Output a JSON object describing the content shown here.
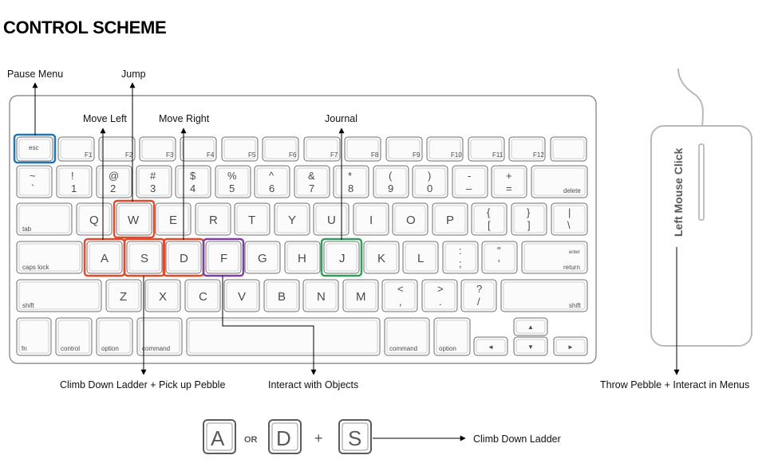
{
  "title": "CONTROL SCHEME",
  "labels": {
    "pause": "Pause Menu",
    "jump": "Jump",
    "move_left": "Move Left",
    "move_right": "Move Right",
    "journal": "Journal",
    "climb_pick": "Climb Down Ladder + Pick up Pebble",
    "interact": "Interact with Objects",
    "throw": "Throw Pebble + Interact in Menus",
    "mouse": "Left Mouse Click",
    "combo_result": "Climb Down Ladder"
  },
  "combo": {
    "key1": "A",
    "or": "OR",
    "key2": "D",
    "plus": "+",
    "key3": "S"
  },
  "keys": {
    "esc": "esc",
    "f": [
      "F1",
      "F2",
      "F3",
      "F4",
      "F5",
      "F6",
      "F7",
      "F8",
      "F9",
      "F10",
      "F11",
      "F12"
    ],
    "num_top": [
      "~",
      "!",
      "@",
      "#",
      "$",
      "%",
      "^",
      "&",
      "*",
      "(",
      ")",
      "-",
      "+"
    ],
    "num_bot": [
      "`",
      "1",
      "2",
      "3",
      "4",
      "5",
      "6",
      "7",
      "8",
      "9",
      "0",
      "–",
      "="
    ],
    "delete": "delete",
    "tab": "tab",
    "q_row": [
      "Q",
      "W",
      "E",
      "R",
      "T",
      "Y",
      "U",
      "I",
      "O",
      "P"
    ],
    "brk_top": [
      "{",
      "}",
      "|"
    ],
    "brk_bot": [
      "[",
      "]",
      "\\"
    ],
    "caps": "caps lock",
    "a_row": [
      "A",
      "S",
      "D",
      "F",
      "G",
      "H",
      "J",
      "K",
      "L"
    ],
    "semi_top": [
      ":",
      "\""
    ],
    "semi_bot": [
      ";",
      "'"
    ],
    "enter": "enter",
    "return": "return",
    "shift": "shift",
    "z_row": [
      "Z",
      "X",
      "C",
      "V",
      "B",
      "N",
      "M"
    ],
    "punct_top": [
      "<",
      ">",
      "?"
    ],
    "punct_bot": [
      ",",
      ".",
      "/"
    ],
    "fn": "fn",
    "control": "control",
    "option": "option",
    "command": "command",
    "arrows": [
      "◄",
      "▲",
      "▼",
      "►"
    ]
  },
  "colors": {
    "esc_highlight": "#1f77b4",
    "move_highlight": "#e24a2b",
    "interact_highlight": "#7b3fa6",
    "journal_highlight": "#2ca05a"
  }
}
